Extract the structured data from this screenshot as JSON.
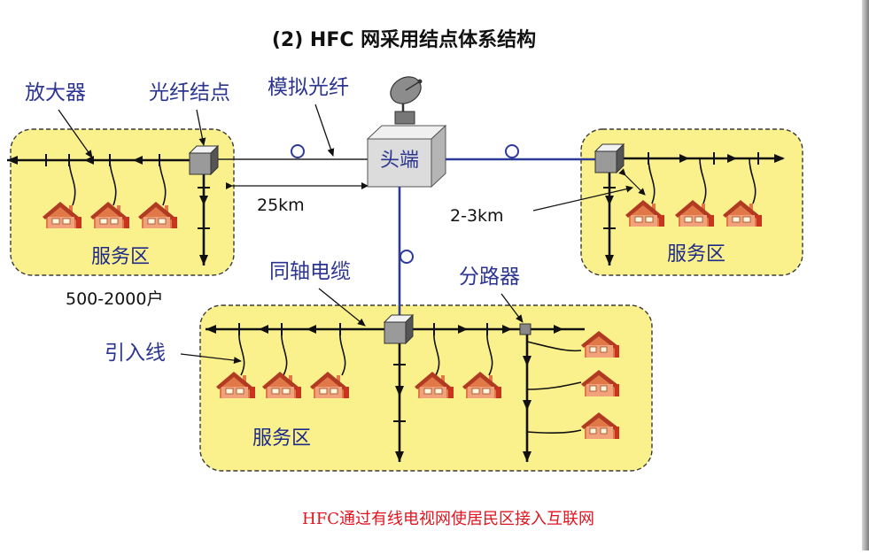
{
  "title": "(2) HFC 网采用结点体系结构",
  "labels": {
    "amplifier": "放大器",
    "fiber_node": "光纤结点",
    "analog_fiber": "模拟光纤",
    "headend": "头端",
    "coax_cable": "同轴电缆",
    "splitter": "分路器",
    "drop_line": "引入线"
  },
  "zones": {
    "left": "服务区",
    "right": "服务区",
    "bottom": "服务区"
  },
  "distances": {
    "left": "25km",
    "right": "2-3km"
  },
  "households": "500-2000户",
  "caption": "HFC通过有线电视网使居民区接入互联网",
  "colors": {
    "zone_fill": "#fbf18c",
    "fiber_blue": "#2d3a9a",
    "caption_red": "#e0141e",
    "label_blue": "#2b3590"
  }
}
